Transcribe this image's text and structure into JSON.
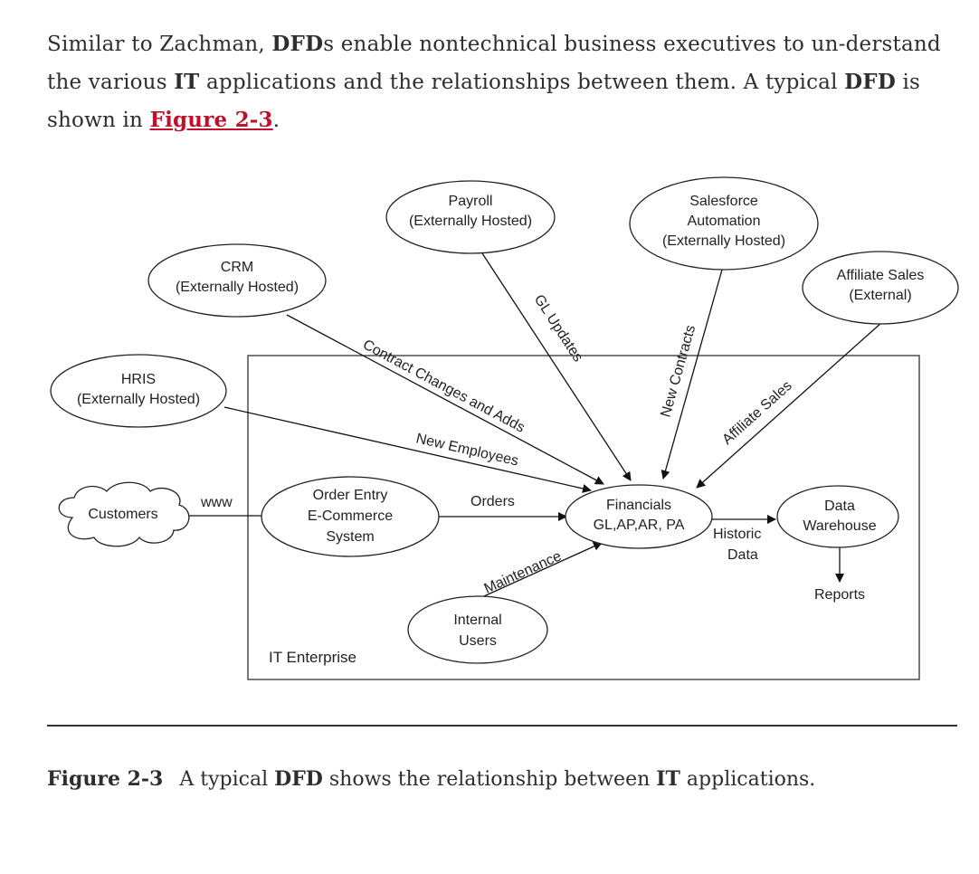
{
  "paragraph": {
    "t1": "Similar to Zachman, ",
    "b1": "DFD",
    "t2": "s enable nontechnical business executives to un-derstand the various ",
    "b2": "IT",
    "t3": " applications and the relationships between them. A typical ",
    "b3": "DFD",
    "t4": " is shown in ",
    "link": "Figure 2-3",
    "t5": "."
  },
  "diagram": {
    "boundary_label": "IT Enterprise",
    "nodes": {
      "payroll": [
        "Payroll",
        "(Externally Hosted)"
      ],
      "salesforce": [
        "Salesforce",
        "Automation",
        "(Externally Hosted)"
      ],
      "crm": [
        "CRM",
        "(Externally Hosted)"
      ],
      "affiliate": [
        "Affiliate Sales",
        "(External)"
      ],
      "hris": [
        "HRIS",
        "(Externally Hosted)"
      ],
      "customers": "Customers",
      "order_entry": [
        "Order Entry",
        "E-Commerce",
        "System"
      ],
      "financials": [
        "Financials",
        "GL,AP,AR, PA"
      ],
      "data_warehouse": [
        "Data",
        "Warehouse"
      ],
      "internal_users": [
        "Internal",
        "Users"
      ],
      "reports": "Reports"
    },
    "flows": {
      "www": "www",
      "orders": "Orders",
      "gl_updates": "GL Updates",
      "new_contracts": "New Contracts",
      "affiliate_sales": "Affiliate Sales",
      "contract_changes": "Contract Changes and Adds",
      "new_employees": "New Employees",
      "maintenance": "Maintenance",
      "historic_data": [
        "Historic",
        "Data"
      ]
    }
  },
  "caption": {
    "figure_number": "Figure 2-3",
    "t1": "A typical ",
    "b1": "DFD",
    "t2": " shows the relationship between ",
    "b2": "IT",
    "t3": " applications."
  }
}
